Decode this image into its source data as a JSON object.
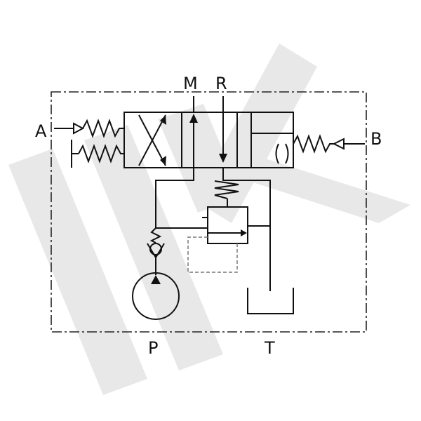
{
  "ports": {
    "a": "A",
    "b": "B",
    "m": "M",
    "r": "R",
    "p": "P",
    "t": "T"
  },
  "colors": {
    "line": "#111111",
    "watermark": "#e6e6e6",
    "pilot": "#777777"
  },
  "icons": {
    "watermark": "watermark-logo-icon",
    "valve": "directional-valve-icon",
    "pump": "pump-icon",
    "relief": "relief-valve-icon",
    "check": "check-valve-icon",
    "tank": "tank-icon"
  }
}
